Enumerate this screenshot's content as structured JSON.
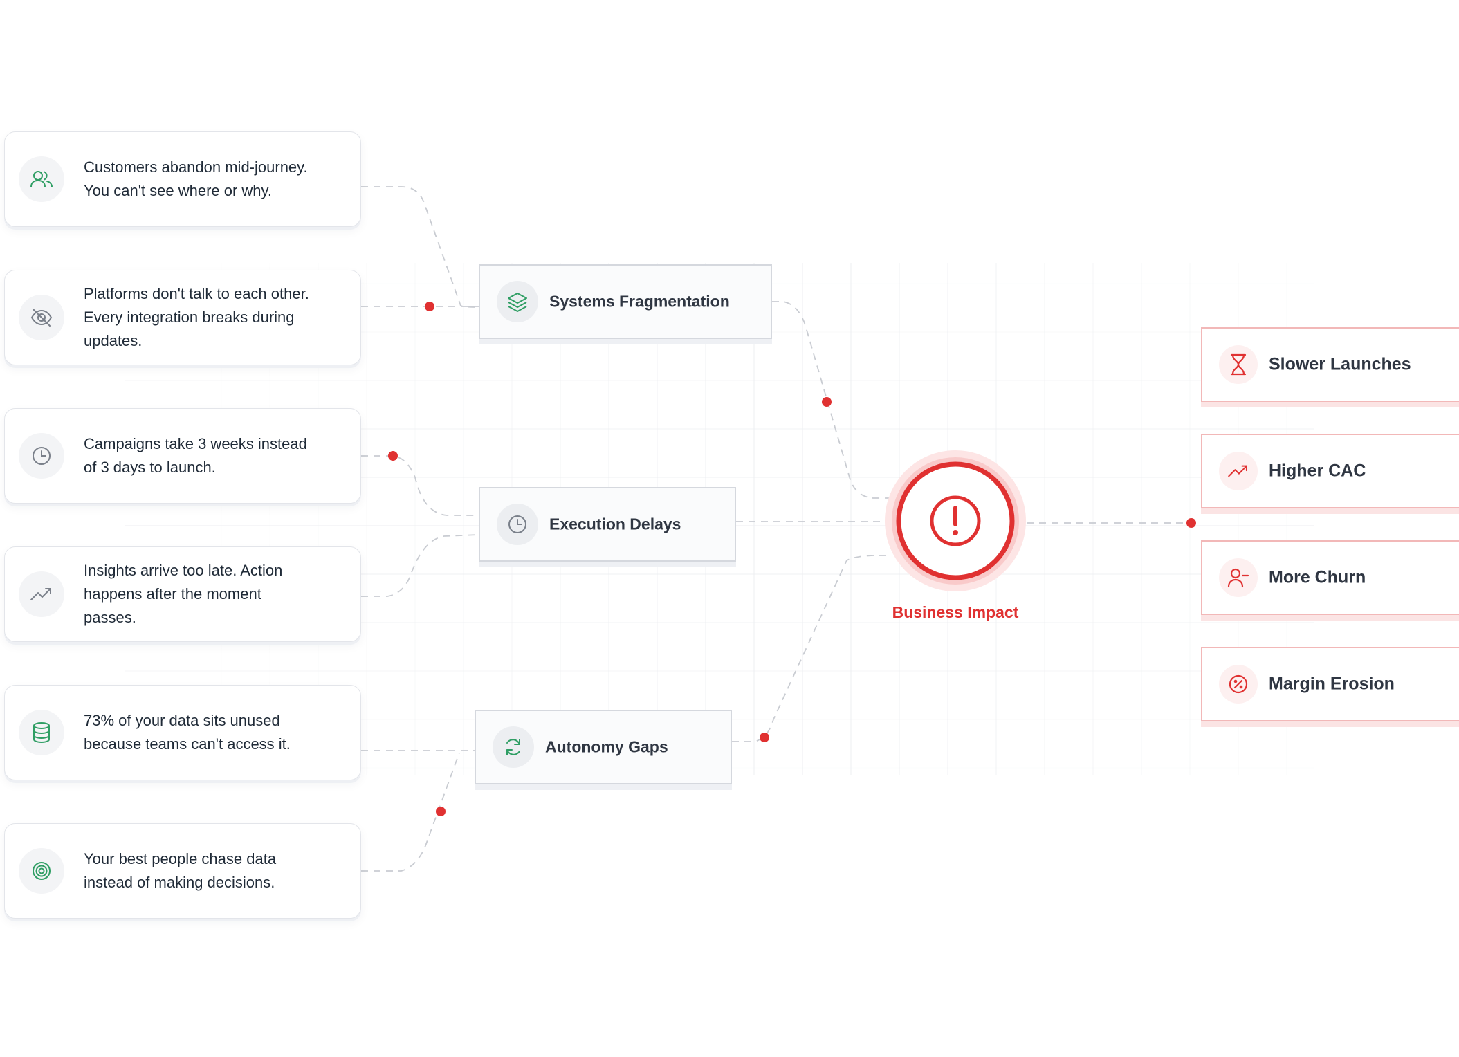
{
  "pain_points": [
    {
      "icon": "users-icon",
      "lines": [
        "Customers abandon mid-journey.",
        "You can't see where or why."
      ]
    },
    {
      "icon": "eye-off-icon",
      "lines": [
        "Platforms don't talk to each other.",
        "Every integration breaks during",
        "updates."
      ]
    },
    {
      "icon": "clock-icon",
      "lines": [
        "Campaigns take 3 weeks instead",
        "of 3 days to launch."
      ]
    },
    {
      "icon": "trend-up-icon",
      "lines": [
        "Insights arrive too late. Action",
        "happens after the moment",
        "passes."
      ]
    },
    {
      "icon": "database-icon",
      "lines": [
        "73% of your data sits unused",
        "because teams can't access it."
      ]
    },
    {
      "icon": "target-icon",
      "lines": [
        "Your best people chase data",
        "instead of making decisions."
      ]
    }
  ],
  "causes": [
    {
      "icon": "layers-icon",
      "label": "Systems Fragmentation"
    },
    {
      "icon": "clock-icon",
      "label": "Execution Delays"
    },
    {
      "icon": "refresh-icon",
      "label": "Autonomy Gaps"
    }
  ],
  "hub": {
    "icon": "alert-icon",
    "label": "Business Impact"
  },
  "effects": [
    {
      "icon": "hourglass-icon",
      "label": "Slower Launches"
    },
    {
      "icon": "trend-up-icon",
      "label": "Higher CAC"
    },
    {
      "icon": "user-minus-icon",
      "label": "More Churn"
    },
    {
      "icon": "percent-icon",
      "label": "Margin Erosion"
    }
  ],
  "colors": {
    "accent_green": "#2f9e64",
    "alert_red": "#e03131",
    "connector": "#c9ccd2"
  }
}
